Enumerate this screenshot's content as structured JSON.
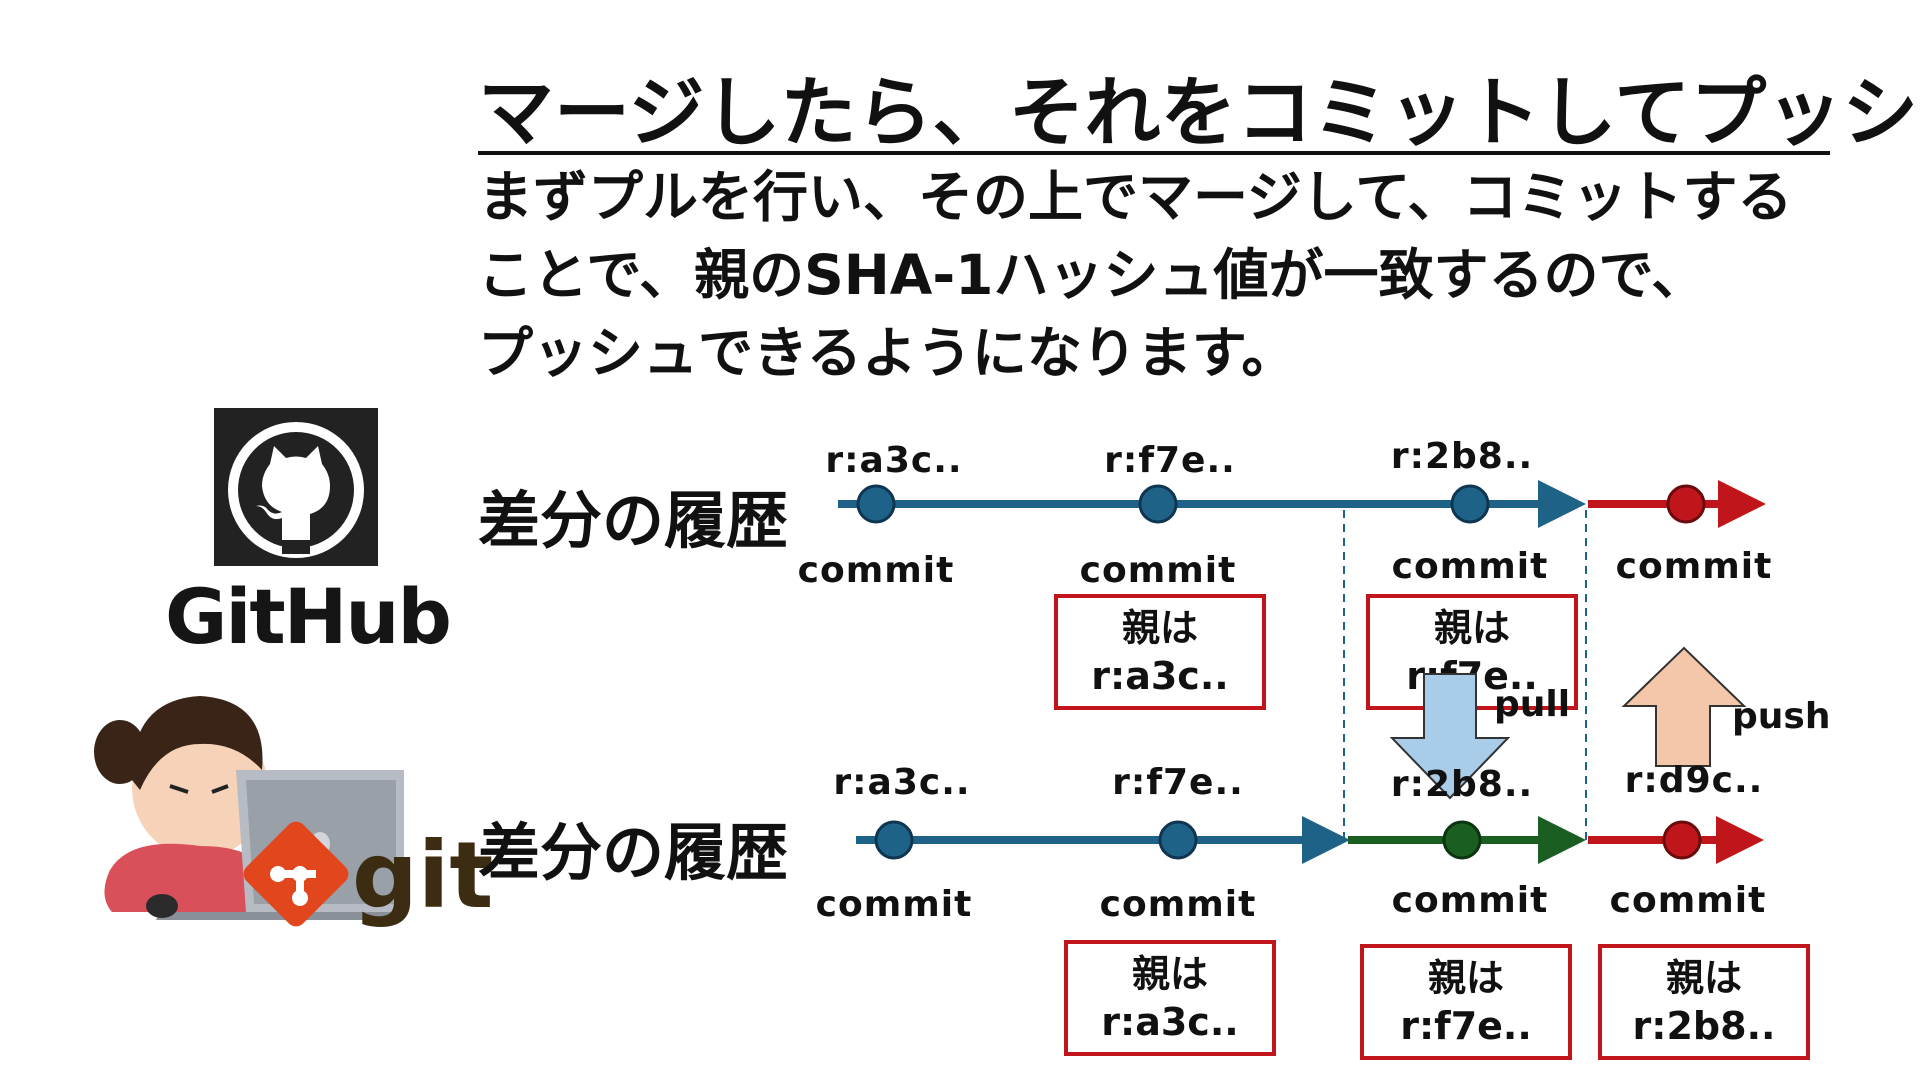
{
  "title": "マージしたら、それをコミットしてプッシュ",
  "subtitle": [
    "まずプルを行い、その上でマージして、コミットする",
    "ことで、親のSHA-1ハッシュ値が一致するので、",
    "プッシュできるようになります。"
  ],
  "logos": {
    "github": "GitHub",
    "git": "git"
  },
  "icons": {
    "github_mark": "github-octocat-icon",
    "git_mark": "git-diamond-icon",
    "person": "person-laptop-illustration"
  },
  "colors": {
    "blue_line": "#1e6287",
    "red_line": "#c0161b",
    "green_line": "#1a5e21",
    "pull_arrow": "#a9cce9",
    "push_arrow": "#f4c6aa"
  },
  "remote": {
    "label": "差分の履歴",
    "revisions": [
      "r:a3c..",
      "r:f7e..",
      "r:2b8.."
    ],
    "commit_labels": [
      "commit",
      "commit",
      "commit",
      "commit"
    ],
    "parents": [
      {
        "heading": "親は",
        "rev": "r:a3c.."
      },
      {
        "heading": "親は",
        "rev": "r:f7e.."
      }
    ]
  },
  "local": {
    "label": "差分の履歴",
    "revisions": [
      "r:a3c..",
      "r:f7e..",
      "r:2b8..",
      "r:d9c.."
    ],
    "commit_labels": [
      "commit",
      "commit",
      "commit",
      "commit"
    ],
    "parents": [
      {
        "heading": "親は",
        "rev": "r:a3c.."
      },
      {
        "heading": "親は",
        "rev": "r:f7e.."
      },
      {
        "heading": "親は",
        "rev": "r:2b8.."
      }
    ]
  },
  "actions": {
    "pull": "pull",
    "push": "push"
  }
}
